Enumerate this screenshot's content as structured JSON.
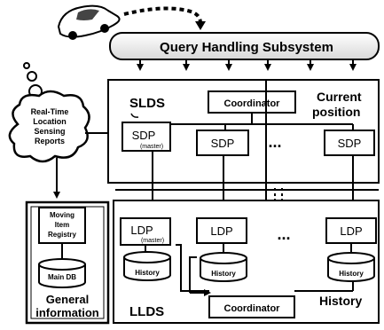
{
  "query_subsystem": {
    "label": "Query Handling Subsystem"
  },
  "slds": {
    "label": "SLDS",
    "coordinator_label": "Coordinator",
    "current_position_label": [
      "Current",
      "position"
    ],
    "sdp_label": "SDP",
    "master_tag": "(master)",
    "ellipsis": "..."
  },
  "llds": {
    "label": "LLDS",
    "coordinator_label": "Coordinator",
    "history_label": "History",
    "ldp_label": "LDP",
    "master_tag": "(master)",
    "history_db_label": "History",
    "ellipsis": "..."
  },
  "reports_bubble": {
    "lines": [
      "Real-Time",
      "Location",
      "Sensing",
      "Reports"
    ]
  },
  "general": {
    "registry_lines": [
      "Moving",
      "Item",
      "Registry"
    ],
    "main_db_label": "Main DB",
    "caption_lines": [
      "General",
      "information"
    ]
  }
}
